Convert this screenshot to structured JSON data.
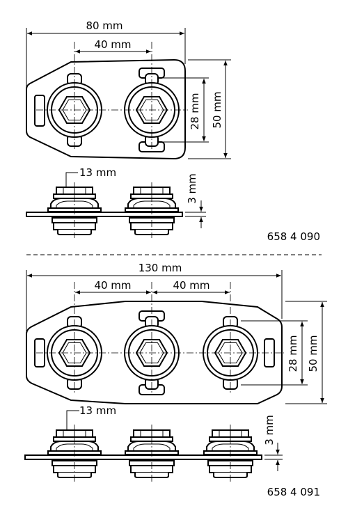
{
  "clamp_2": {
    "dims": {
      "overall_width": "80 mm",
      "bolt_spacing": "40 mm",
      "inner_height": "28 mm",
      "outer_height": "50 mm",
      "hex_size": "13 mm",
      "plate_thickness": "3 mm"
    },
    "part_number": "658 4 090"
  },
  "clamp_3": {
    "dims": {
      "overall_width": "130 mm",
      "bolt_spacing_left": "40 mm",
      "bolt_spacing_right": "40 mm",
      "inner_height": "28 mm",
      "outer_height": "50 mm",
      "hex_size": "13 mm",
      "plate_thickness": "3 mm"
    },
    "part_number": "658 4 091"
  }
}
